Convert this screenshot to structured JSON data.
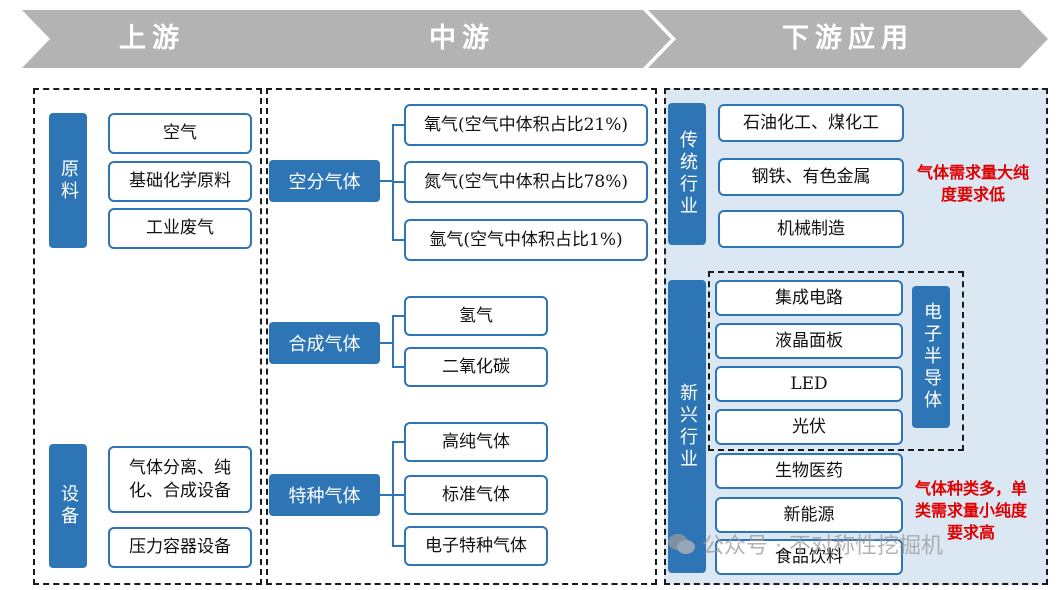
{
  "headers": {
    "upstream": "上游",
    "midstream": "中游",
    "downstream": "下游应用"
  },
  "upstream": {
    "raw_label": "原料",
    "raw_items": [
      "空气",
      "基础化学原料",
      "工业废气"
    ],
    "equip_label": "设备",
    "equip_items": [
      "气体分离、纯化、合成设备",
      "压力容器设备"
    ]
  },
  "midstream": {
    "groups": [
      {
        "label": "空分气体",
        "items": [
          "氧气(空气中体积占比21%)",
          "氮气(空气中体积占比78%)",
          "氩气(空气中体积占比1%)"
        ]
      },
      {
        "label": "合成气体",
        "items": [
          "氢气",
          "二氧化碳"
        ]
      },
      {
        "label": "特种气体",
        "items": [
          "高纯气体",
          "标准气体",
          "电子特种气体"
        ]
      }
    ]
  },
  "downstream": {
    "traditional": {
      "label": "传统行业",
      "items": [
        "石油化工、煤化工",
        "钢铁、有色金属",
        "机械制造"
      ],
      "note": "气体需求量大纯度要求低"
    },
    "emerging": {
      "label": "新兴行业",
      "semiconductor_label": "电子半导体",
      "semiconductor_items": [
        "集成电路",
        "液晶面板",
        "LED",
        "光伏"
      ],
      "other_items": [
        "生物医药",
        "新能源",
        "食品饮料"
      ],
      "note": "气体种类多，单类需求量小纯度要求高"
    }
  },
  "watermark": "公众号 · 不对称性挖掘机",
  "colors": {
    "header": "#b3b3b3",
    "accent": "#2e75b6",
    "note": "#e00000",
    "downstream_bg": "#dce7f4"
  }
}
